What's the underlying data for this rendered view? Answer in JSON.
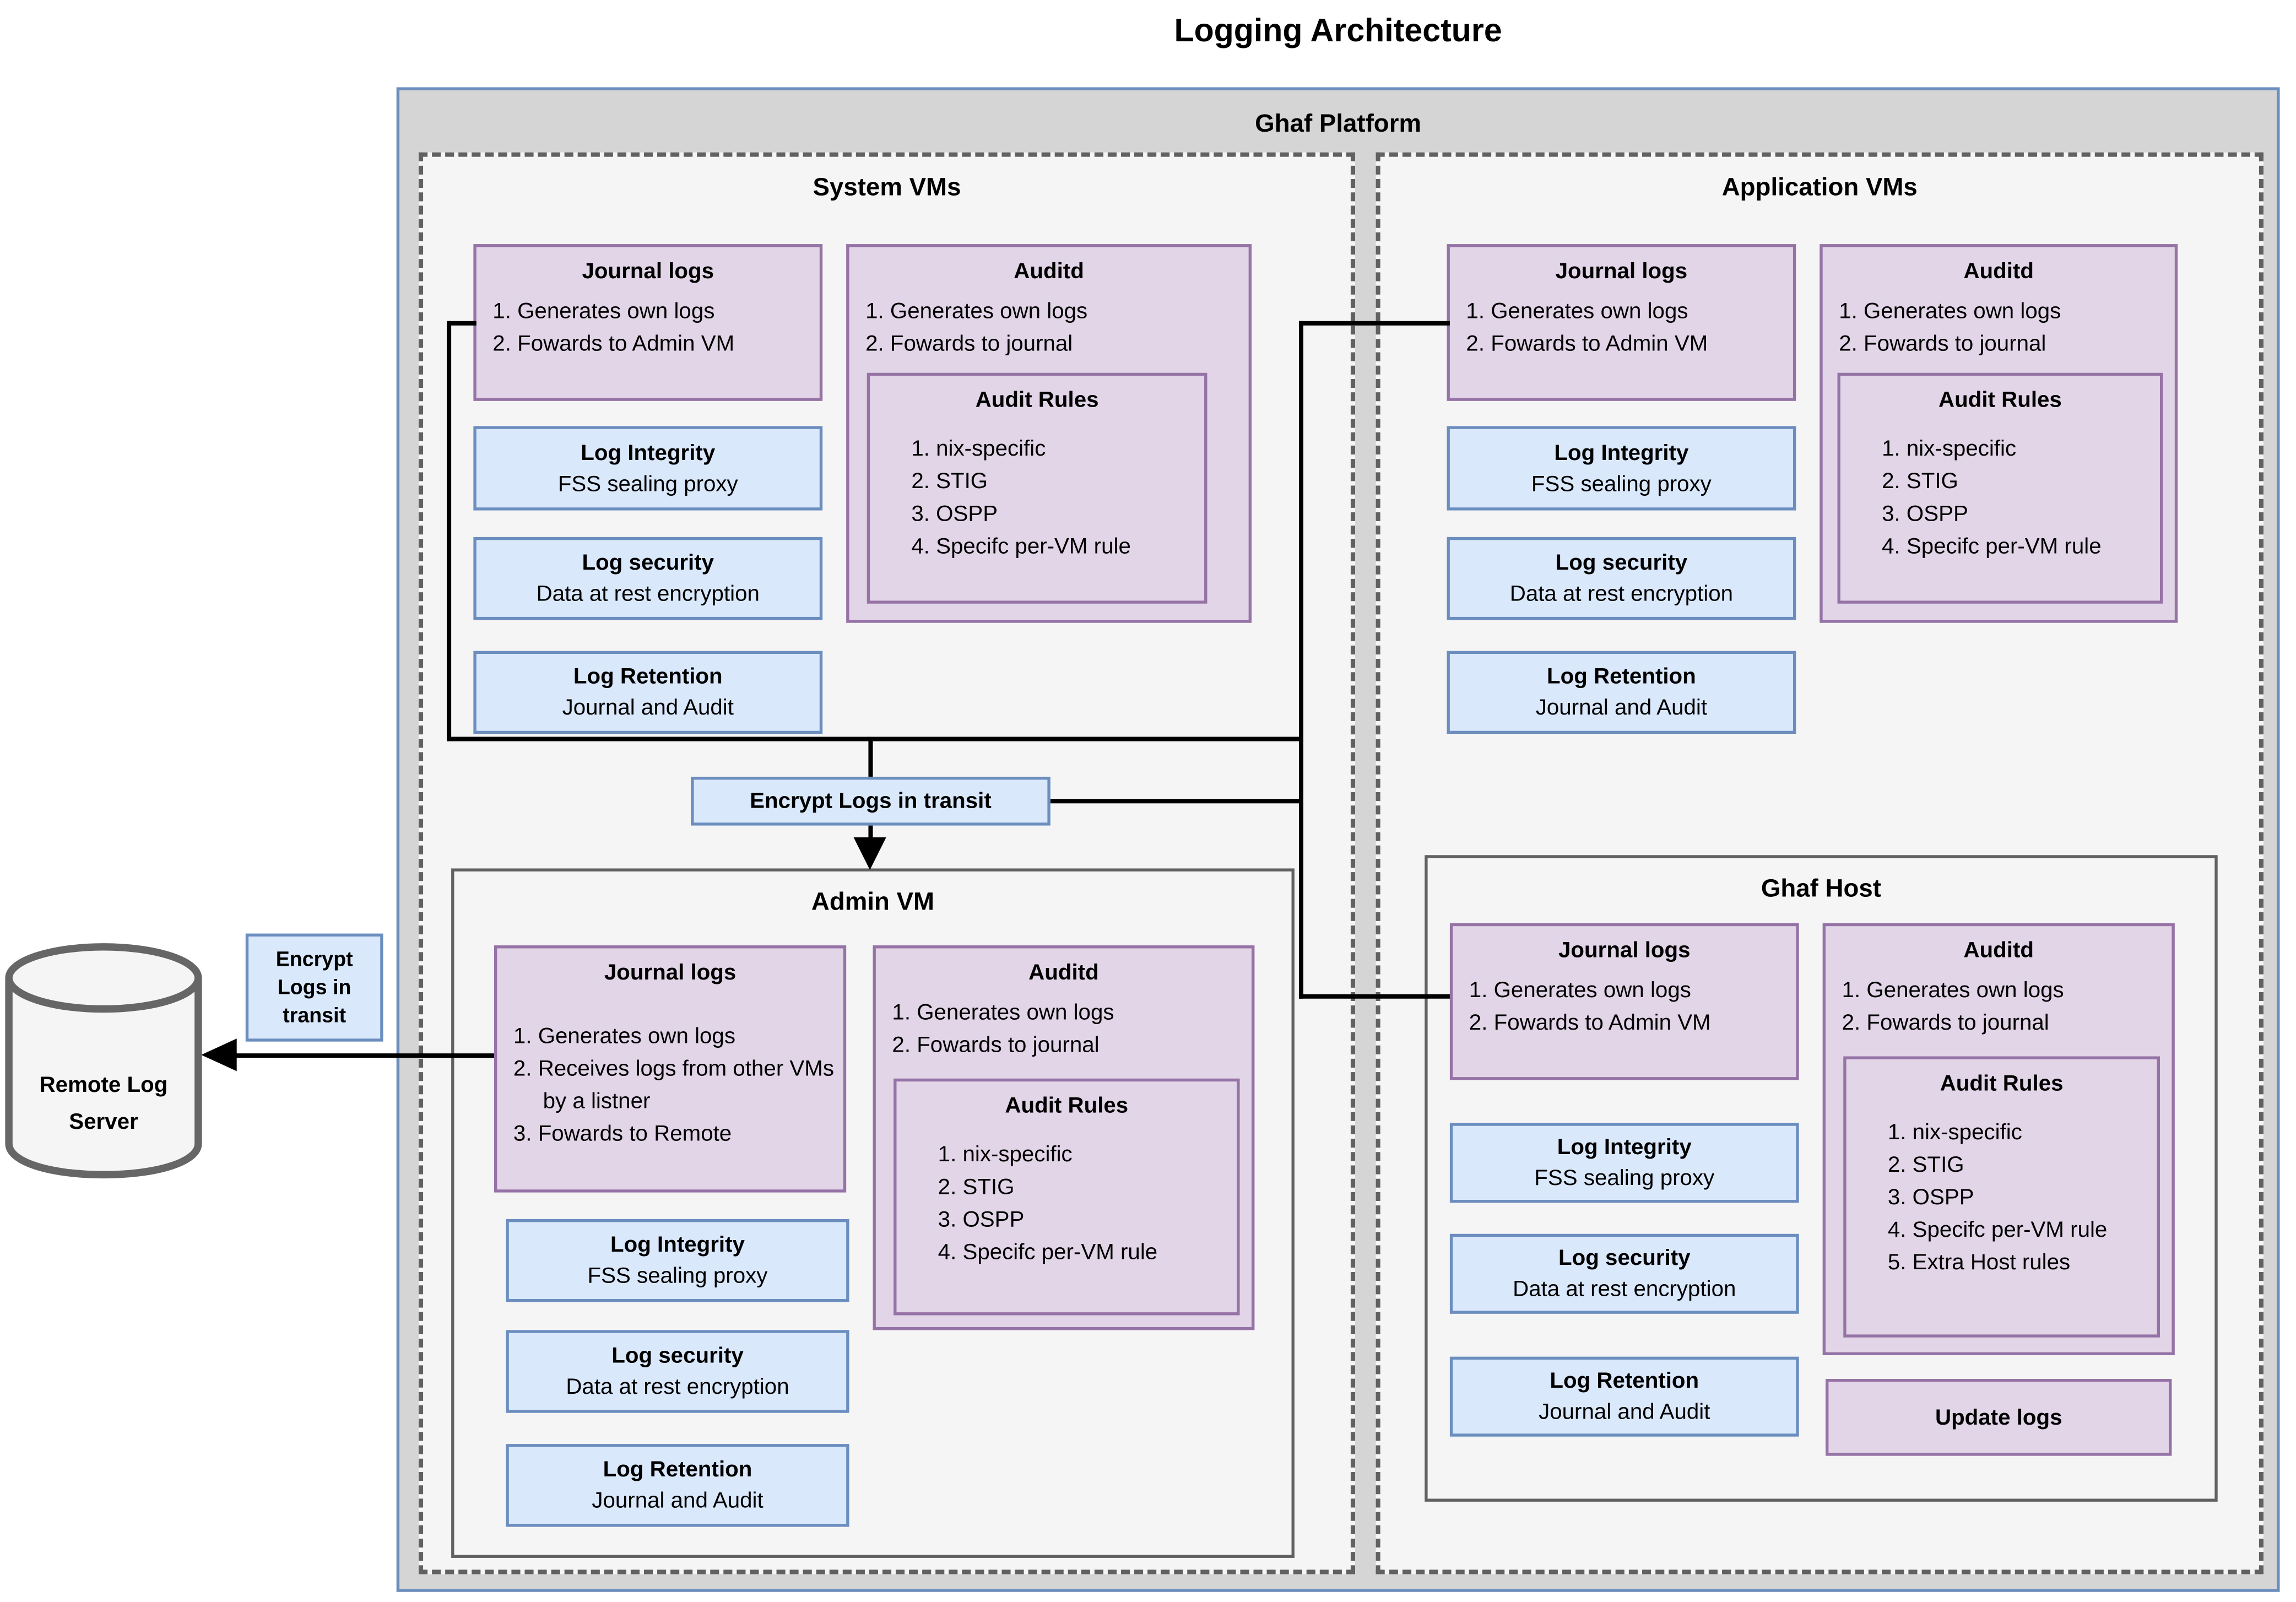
{
  "title": "Logging Architecture",
  "platform": {
    "label": "Ghaf Platform"
  },
  "system_vms": {
    "label": "System VMs",
    "journal": {
      "title": "Journal logs",
      "items": [
        "1. Generates own logs",
        "2. Fowards to Admin VM"
      ]
    },
    "auditd": {
      "title": "Auditd",
      "items": [
        "1. Generates own logs",
        "2. Fowards to journal"
      ],
      "audit_rules": {
        "title": "Audit Rules",
        "items": [
          "1. nix-specific",
          "2. STIG",
          "3. OSPP",
          "4. Specifc per-VM rule"
        ]
      }
    },
    "log_integrity": {
      "title": "Log Integrity",
      "subtitle": "FSS sealing proxy"
    },
    "log_security": {
      "title": "Log security",
      "subtitle": "Data at rest encryption"
    },
    "log_retention": {
      "title": "Log Retention",
      "subtitle": "Journal and Audit"
    }
  },
  "application_vms": {
    "label": "Application VMs",
    "journal": {
      "title": "Journal logs",
      "items": [
        "1. Generates own logs",
        "2. Fowards to Admin VM"
      ]
    },
    "auditd": {
      "title": "Auditd",
      "items": [
        "1. Generates own logs",
        "2. Fowards to journal"
      ],
      "audit_rules": {
        "title": "Audit Rules",
        "items": [
          "1. nix-specific",
          "2. STIG",
          "3. OSPP",
          "4. Specifc per-VM rule"
        ]
      }
    },
    "log_integrity": {
      "title": "Log Integrity",
      "subtitle": "FSS sealing proxy"
    },
    "log_security": {
      "title": "Log security",
      "subtitle": "Data at rest encryption"
    },
    "log_retention": {
      "title": "Log Retention",
      "subtitle": "Journal and Audit"
    }
  },
  "admin_vm": {
    "label": "Admin VM",
    "journal": {
      "title": "Journal logs",
      "items": [
        "1. Generates own logs",
        "2. Receives logs from other VMs by a listner",
        "3. Fowards to Remote"
      ]
    },
    "auditd": {
      "title": "Auditd",
      "items": [
        "1. Generates own logs",
        "2. Fowards to journal"
      ],
      "audit_rules": {
        "title": "Audit Rules",
        "items": [
          "1. nix-specific",
          "2. STIG",
          "3. OSPP",
          "4. Specifc per-VM rule"
        ]
      }
    },
    "log_integrity": {
      "title": "Log Integrity",
      "subtitle": "FSS sealing proxy"
    },
    "log_security": {
      "title": "Log security",
      "subtitle": "Data at rest encryption"
    },
    "log_retention": {
      "title": "Log Retention",
      "subtitle": "Journal and Audit"
    }
  },
  "ghaf_host": {
    "label": "Ghaf Host",
    "journal": {
      "title": "Journal logs",
      "items": [
        "1. Generates own logs",
        "2. Fowards to Admin VM"
      ]
    },
    "auditd": {
      "title": "Auditd",
      "items": [
        "1. Generates own logs",
        "2. Fowards to journal"
      ],
      "audit_rules": {
        "title": "Audit Rules",
        "items": [
          "1. nix-specific",
          "2. STIG",
          "3. OSPP",
          "4. Specifc per-VM rule",
          "5. Extra Host rules"
        ]
      }
    },
    "log_integrity": {
      "title": "Log Integrity",
      "subtitle": "FSS sealing proxy"
    },
    "log_security": {
      "title": "Log security",
      "subtitle": "Data at rest encryption"
    },
    "log_retention": {
      "title": "Log Retention",
      "subtitle": "Journal and Audit"
    },
    "update_logs": {
      "title": "Update logs"
    }
  },
  "encrypt_center": {
    "label": "Encrypt Logs in transit"
  },
  "encrypt_left": {
    "label": "Encrypt Logs in transit"
  },
  "remote_log_server": {
    "label": "Remote Log Server"
  },
  "colors": {
    "purple_fill": "#e1d5e7",
    "purple_border": "#9673a6",
    "blue_fill": "#dae8fc",
    "blue_border": "#6c8ebf",
    "platform_fill": "#d5d5d5",
    "platform_border": "#6c8ebf",
    "section_fill": "#f5f5f5",
    "section_border": "#616161",
    "connector": "#000000"
  }
}
